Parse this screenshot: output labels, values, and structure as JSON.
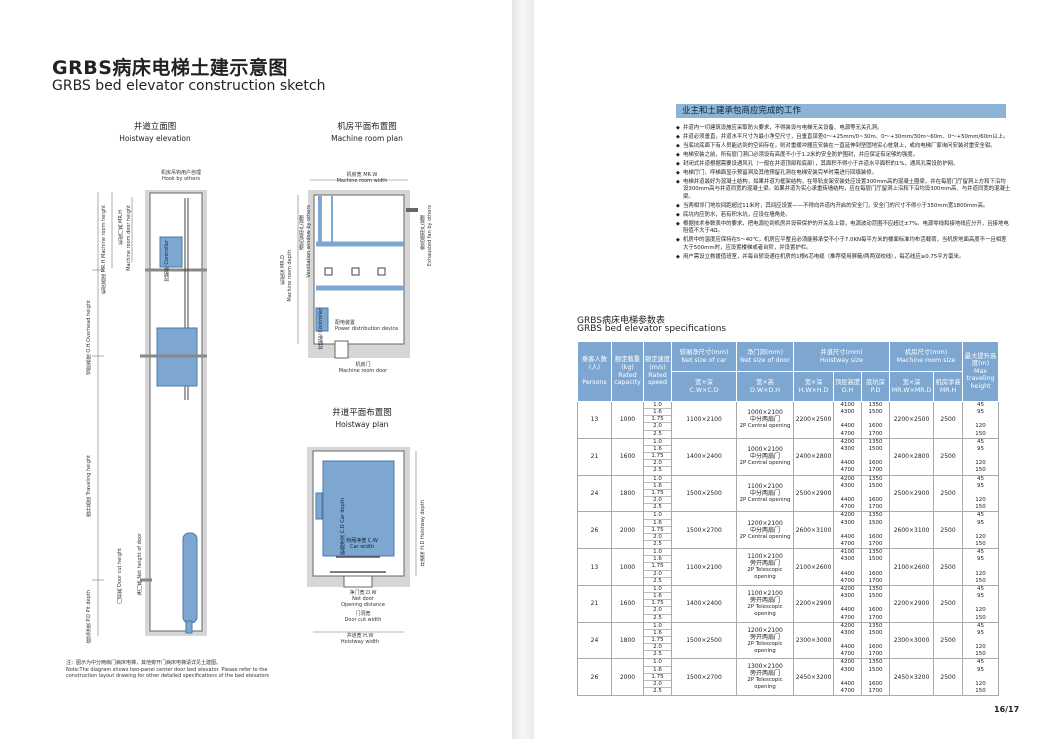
{
  "header": {
    "title_cn": "GRBS病床电梯土建示意图",
    "title_en": "GRBS bed elevator construction sketch"
  },
  "elevation": {
    "title_cn": "井道立面图",
    "title_en": "Hoistway elevation",
    "hook_cn": "机房吊钩用户自理",
    "hook_en": "Hook by others",
    "mr_height": "机房高度 MR.H Machine room height",
    "mr_door": "机房门高 MR.H",
    "mr_door2": "Machine room door height",
    "overhead": "顶层高度 O.H Overhead height",
    "travel": "提升高度 Traveling height",
    "door_height": "门洞高 Door cut height",
    "net_door": "净门高 Net height of door",
    "pit": "底坑深度 P.D Pit depth",
    "control_cabinet": "控制柜 Controller"
  },
  "machine_room": {
    "title_cn": "机房平面布置图",
    "title_en": "Machine room plan",
    "width": "机房宽 MR.W",
    "width_en": "Machine room width",
    "depth": "机房深 MR.D",
    "depth_en": "Machine room depth",
    "vent": "通风窗用户自理",
    "vent_en": "Ventilation window by others",
    "fan": "排风扇用户自理",
    "fan_en": "Exhausted fan by others",
    "power": "配电装置",
    "power_en": "Power distribution device",
    "door": "机房门",
    "door_en": "Machine room door",
    "controller": "控制柜 Controller"
  },
  "hoistway_plan": {
    "title_cn": "井道平面布置图",
    "title_en": "Hoistway plan",
    "car_depth": "轿厢净深 C.D Car depth",
    "car_width": "轿厢净宽 C.W",
    "car_width_en": "Car width",
    "hoistway_depth": "井道深 H.D Hoistway depth",
    "net_door": "净门宽 D.W",
    "net_door_en": "Net door",
    "opening": "Opening distance",
    "door_cut": "门洞宽",
    "door_cut_en": "Door cut width",
    "hw_width": "井道宽 H.W",
    "hw_width_en": "Hoistway width"
  },
  "note": {
    "cn": "注：图示为中分两扇门病床电梯，其他旁开门病床电梯请详见土建图。",
    "en": "Note:The diagram shows two-panel center door bed elevator. Please refer to the construction layout drawing for other detailed specifications of the bed elevators"
  },
  "requirements": {
    "heading": "业主和土建承包商应完成的工作",
    "items": [
      "井道内一切建筑设施应采取防火要求，不得装设与电梯无关设备、电源等无关孔洞。",
      "井道必须垂直，井道水平尺寸为最小净空尺寸，且垂直误差0～+25mm/0~30m、0～+30mm/30m~60m、0～+50mm/60m以上。",
      "当底坑底面下有人员能达到的空间存在，则对重缓冲器应安装在一直延伸到坚固地实心桩墩上，或向电梯厂家询问安装对重安全钳。",
      "电梯安装之前，所有层门洞口必须设有高度不小于1.2米的安全防护围封，并应保证有足够的强度。",
      "封闭式井道根据需要设通风孔（一般在井道顶部和底部），其面积不得小于井道水平面积的1%，通风孔需设防护网。",
      "电梯厅门、呼梯面显示预留洞及其他预留孔洞在电梯安装完毕时需进行回填装修。",
      "电梯井道最好为混凝土结构，如果井道为框架结构，在导轨支架安装处应设置300mm高的混凝土圈梁，并在每层门厅留洞上方和下沿均设300mm高与井道同宽的混凝土梁。如果井道为实心承重砖墙结构，应在每层门厅留洞上沿和下沿均设300mm高、与井道同宽的混凝土梁。",
      "当两相邻门地坎间距超过11米时，其间应设置——不得向井道内开启的安全门，安全门的尺寸不得小于350mm宽1800mm高。",
      "底坑内应防水，若有积水坑，应设在墙角处。",
      "根据技术参数表中的要求，把电源拉到机房并设带保护的开关及上锁，电源波动范围不应超过±7%。电源零线和接地线应分开，且接地电阻值不大于4Ω。",
      "机房中的温度应保持在5～40℃，机房应平整且必须能够承受不小于7.0KN每平方米的楼面标准均布活载荷，当机房地面高度不一且相差大于500mm时，应设置楼梯或者台阶，并设置护栏。",
      "用户需设立救援值班室，并每台轿设通往机房的1根6芯电缆（推荐使用屏蔽/两两双绞线），每芯线应≥0.75平方毫米。"
    ]
  },
  "specs": {
    "title_cn": "GRBS病床电梯参数表",
    "title_en": "GRBS bed elevator specifications",
    "headers": {
      "persons_cn": "乘客人数",
      "persons_unit": "(人)",
      "persons_en": "Persons",
      "cap_cn": "额定载重",
      "cap_unit": "(kg)",
      "cap_en": "Rated capacity",
      "speed_cn": "额定速度",
      "speed_unit": "(m/s)",
      "speed_en": "Rated speed",
      "car_cn": "轿厢净尺寸(mm)",
      "car_en": "Net size of car",
      "car_sub_cn": "宽×深",
      "car_sub_en": "C.W×C.D",
      "door_cn": "净门洞(mm)",
      "door_en": "Net size of door",
      "door_sub_cn": "宽×高",
      "door_sub_en": "D.W×D.H",
      "hw_cn": "井道尺寸(mm)",
      "hw_en": "Hoistway size",
      "hw_sub1_cn": "宽×深",
      "hw_sub1_en": "H.W×H.D",
      "hw_sub2_cn": "顶层高度",
      "hw_sub2_en": "O.H",
      "hw_sub3_cn": "底坑深",
      "hw_sub3_en": "P.D",
      "mr_cn": "机房尺寸(mm)",
      "mr_en": "Machine room size",
      "mr_sub1_cn": "宽×深",
      "mr_sub1_en": "MR.W×MR.D",
      "mr_sub2_cn": "机房净高",
      "mr_sub2_en": "MR.H",
      "travel_cn": "最大提升高度(m)",
      "travel_en": "Max traveling height"
    },
    "rows": [
      {
        "persons": "13",
        "cap": "1000",
        "speeds": [
          "1.0",
          "1.6",
          "1.75",
          "2.0",
          "2.5"
        ],
        "car": "1100×2100",
        "door": [
          "1000×2100",
          "中分两扇门",
          "2P Central opening"
        ],
        "hw": "2200×2500",
        "oh": [
          "4100",
          "4300",
          "",
          "4400",
          "4700"
        ],
        "pd": [
          "1350",
          "1500",
          "",
          "1600",
          "1700"
        ],
        "mr": "2200×2500",
        "mrh": "2500",
        "travel": [
          "45",
          "95",
          "",
          "120",
          "150"
        ]
      },
      {
        "persons": "21",
        "cap": "1600",
        "speeds": [
          "1.0",
          "1.6",
          "1.75",
          "2.0",
          "2.5"
        ],
        "car": "1400×2400",
        "door": [
          "1000×2100",
          "中分两扇门",
          "2P Central opening"
        ],
        "hw": "2400×2800",
        "oh": [
          "4200",
          "4300",
          "",
          "4400",
          "4700"
        ],
        "pd": [
          "1350",
          "1500",
          "",
          "1600",
          "1700"
        ],
        "mr": "2400×2800",
        "mrh": "2500",
        "travel": [
          "45",
          "95",
          "",
          "120",
          "150"
        ]
      },
      {
        "persons": "24",
        "cap": "1800",
        "speeds": [
          "1.0",
          "1.6",
          "1.75",
          "2.0",
          "2.5"
        ],
        "car": "1500×2500",
        "door": [
          "1100×2100",
          "中分两扇门",
          "2P Central opening"
        ],
        "hw": "2500×2900",
        "oh": [
          "4200",
          "4300",
          "",
          "4400",
          "4700"
        ],
        "pd": [
          "1350",
          "1500",
          "",
          "1600",
          "1700"
        ],
        "mr": "2500×2900",
        "mrh": "2500",
        "travel": [
          "45",
          "95",
          "",
          "120",
          "150"
        ]
      },
      {
        "persons": "26",
        "cap": "2000",
        "speeds": [
          "1.0",
          "1.6",
          "1.75",
          "2.0",
          "2.5"
        ],
        "car": "1500×2700",
        "door": [
          "1200×2100",
          "中分两扇门",
          "2P Central opening"
        ],
        "hw": "2600×3100",
        "oh": [
          "4200",
          "4300",
          "",
          "4400",
          "4700"
        ],
        "pd": [
          "1350",
          "1500",
          "",
          "1600",
          "1700"
        ],
        "mr": "2600×3100",
        "mrh": "2500",
        "travel": [
          "45",
          "95",
          "",
          "120",
          "150"
        ]
      },
      {
        "persons": "13",
        "cap": "1000",
        "speeds": [
          "1.0",
          "1.6",
          "1.75",
          "2.0",
          "2.5"
        ],
        "car": "1100×2100",
        "door": [
          "1100×2100",
          "旁开两扇门",
          "2P Telescopic opening"
        ],
        "hw": "2100×2600",
        "oh": [
          "4100",
          "4300",
          "",
          "4400",
          "4700"
        ],
        "pd": [
          "1350",
          "1500",
          "",
          "1600",
          "1700"
        ],
        "mr": "2100×2600",
        "mrh": "2500",
        "travel": [
          "45",
          "95",
          "",
          "120",
          "150"
        ]
      },
      {
        "persons": "21",
        "cap": "1600",
        "speeds": [
          "1.0",
          "1.6",
          "1.75",
          "2.0",
          "2.5"
        ],
        "car": "1400×2400",
        "door": [
          "1100×2100",
          "旁开两扇门",
          "2P Telescopic opening"
        ],
        "hw": "2200×2900",
        "oh": [
          "4200",
          "4300",
          "",
          "4400",
          "4700"
        ],
        "pd": [
          "1350",
          "1500",
          "",
          "1600",
          "1700"
        ],
        "mr": "2200×2900",
        "mrh": "2500",
        "travel": [
          "45",
          "95",
          "",
          "120",
          "150"
        ]
      },
      {
        "persons": "24",
        "cap": "1800",
        "speeds": [
          "1.0",
          "1.6",
          "1.75",
          "2.0",
          "2.5"
        ],
        "car": "1500×2500",
        "door": [
          "1200×2100",
          "旁开两扇门",
          "2P Telescopic opening"
        ],
        "hw": "2300×3000",
        "oh": [
          "4200",
          "4300",
          "",
          "4400",
          "4700"
        ],
        "pd": [
          "1350",
          "1500",
          "",
          "1600",
          "1700"
        ],
        "mr": "2300×3000",
        "mrh": "2500",
        "travel": [
          "45",
          "95",
          "",
          "120",
          "150"
        ]
      },
      {
        "persons": "26",
        "cap": "2000",
        "speeds": [
          "1.0",
          "1.6",
          "1.75",
          "2.0",
          "2.5"
        ],
        "car": "1500×2700",
        "door": [
          "1300×2100",
          "旁开两扇门",
          "2P Telescopic opening"
        ],
        "hw": "2450×3200",
        "oh": [
          "4200",
          "4300",
          "",
          "4400",
          "4700"
        ],
        "pd": [
          "1350",
          "1500",
          "",
          "1600",
          "1700"
        ],
        "mr": "2450×3200",
        "mrh": "2500",
        "travel": [
          "45",
          "95",
          "",
          "120",
          "150"
        ]
      }
    ]
  },
  "page_number": "16/17"
}
